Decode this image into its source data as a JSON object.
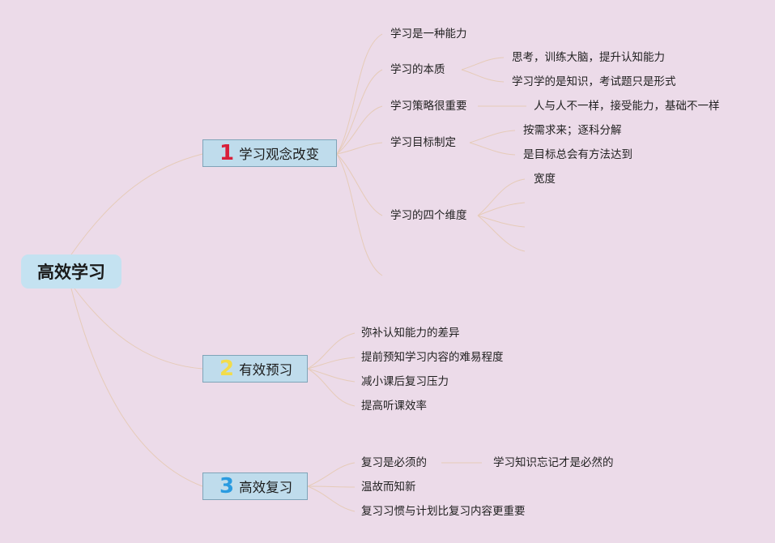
{
  "root": {
    "label": "高效学习"
  },
  "branches": [
    {
      "number": "1",
      "label": "学习观念改变",
      "color": "#d8203a",
      "children": [
        {
          "label": "学习是一种能力",
          "children": []
        },
        {
          "label": "学习的本质",
          "children": [
            "思考，训练大脑，提升认知能力",
            "学习学的是知识，考试题只是形式"
          ]
        },
        {
          "label": "学习策略很重要",
          "children": [
            "人与人不一样，接受能力，基础不一样"
          ]
        },
        {
          "label": "学习目标制定",
          "children": [
            "按需求来；逐科分解",
            "是目标总会有方法达到"
          ]
        },
        {
          "label": "学习的四个维度",
          "children": [
            "宽度",
            "",
            "",
            ""
          ]
        },
        {
          "label": "",
          "children": []
        }
      ]
    },
    {
      "number": "2",
      "label": "有效预习",
      "color": "#f2dc4a",
      "children": [
        {
          "label": "弥补认知能力的差异",
          "children": []
        },
        {
          "label": "提前预知学习内容的难易程度",
          "children": []
        },
        {
          "label": "减小课后复习压力",
          "children": []
        },
        {
          "label": "提高听课效率",
          "children": []
        }
      ]
    },
    {
      "number": "3",
      "label": "高效复习",
      "color": "#2a9be0",
      "children": [
        {
          "label": "复习是必须的",
          "children": [
            "学习知识忘记才是必然的"
          ]
        },
        {
          "label": "温故而知新",
          "children": []
        },
        {
          "label": "复习习惯与计划比复习内容更重要",
          "children": []
        }
      ]
    }
  ],
  "colors": {
    "background": "#ecdbe9",
    "root_fill": "#c4e2f1",
    "branch_fill": "#bfdcec",
    "connector": "#e7c9b5"
  }
}
